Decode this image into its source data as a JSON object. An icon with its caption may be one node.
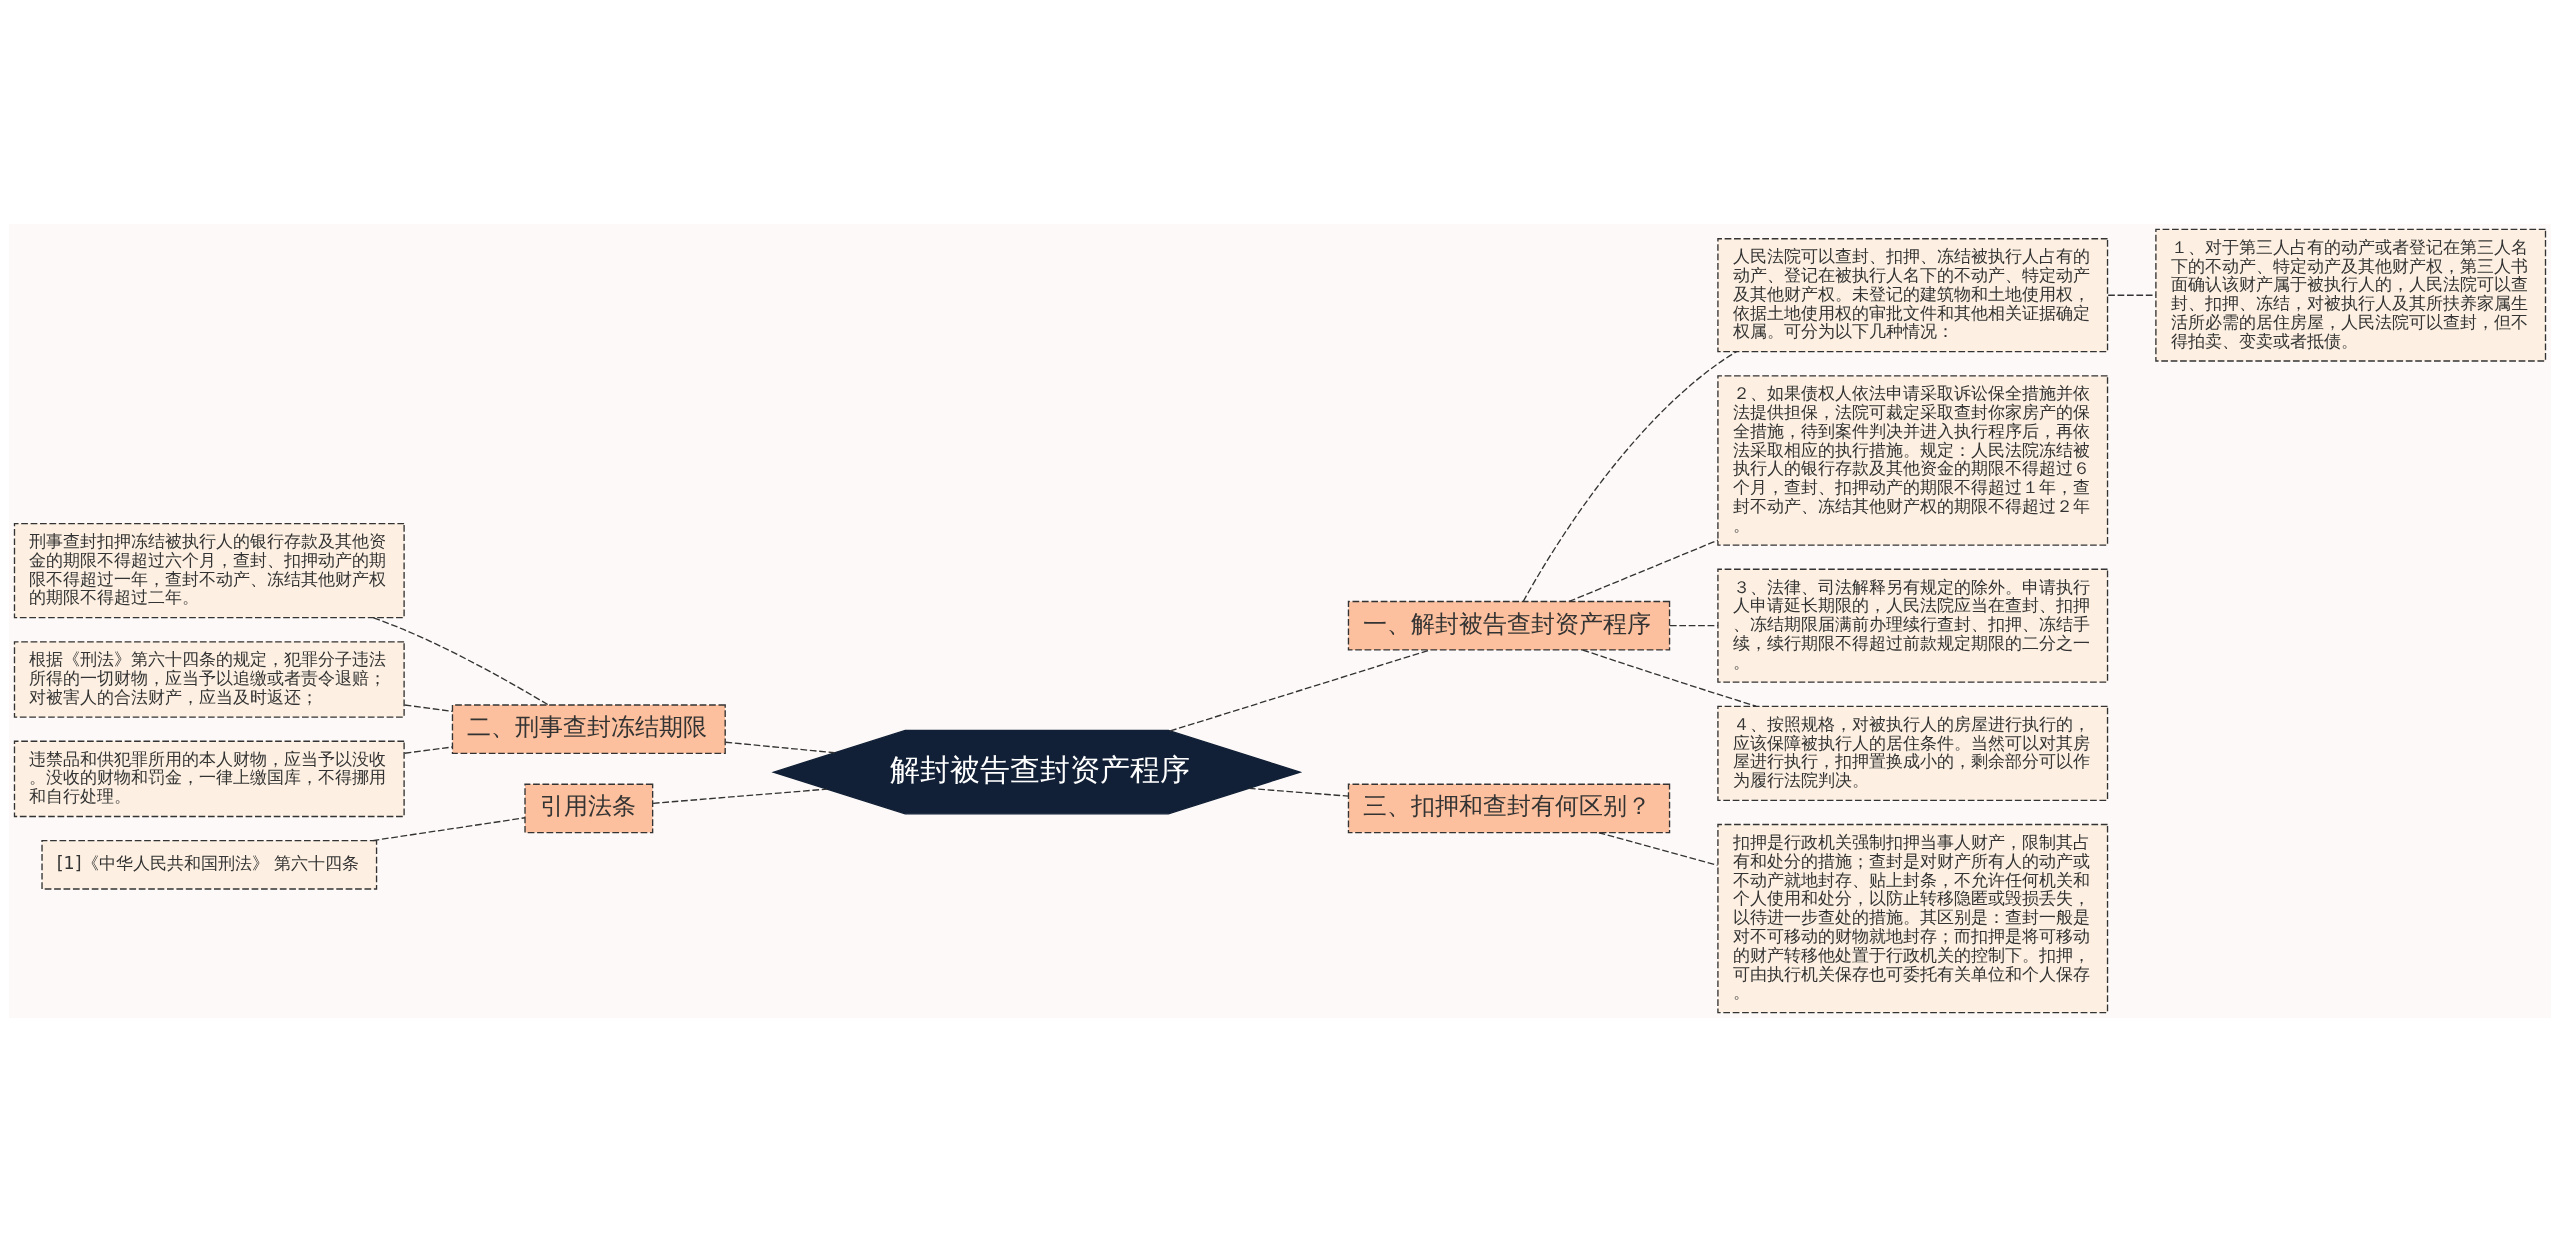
{
  "diagram": {
    "nodes": [
      {
        "text": [
          "解封被告查封资产程序"
        ]
      },
      {
        "text": [
          "一、解封被告查封资产程序"
        ]
      },
      {
        "text": [
          "人民法院可以查封、扣押、冻结被执行人占有的动产、登记在被执行人名下的不动产、特定动产及其他财产权。未登记的建筑物和土地使用权，依据土地使用权的审批文件和其他相关证据确定权属。可分为以下几种情况："
        ]
      },
      {
        "text": [
          "１、对于第三人占有的动产或者登记在第三人名下的不动产、特定动产及其他财产权，第三人书面确认该财产属于被执行人的，人民法院可以查封、扣押、冻结，对被执行人及其所扶养家属生活所必需的居住房屋，人民法院可以查封，但不得拍卖、变卖或者抵债。"
        ]
      },
      {
        "text": [
          "２、如果债权人依法申请采取诉讼保全措施并依法提供担保，法院可裁定采取查封你家房产的保全措施，待到案件判决并进入执行程序后，再依法采取相应的执行措施。规定：人民法院冻结被执行人的银行存款及其他资金的期限不得超过６个月，查封、扣押动产的期限不得超过１年，查封不动产、冻结其他财产权的期限不得超过２年。"
        ]
      },
      {
        "text": [
          "３、法律、司法解释另有规定的除外。申请执行人申请延长期限的，人民法院应当在查封、扣押、冻结期限届满前办理续行查封、扣押、冻结手续，续行期限不得超过前款规定期限的二分之一。"
        ]
      },
      {
        "text": [
          "４、按照规格，对被执行人的房屋进行执行的，应该保障被执行人的居住条件。当然可以对其房屋进行执行，扣押置换成小的，剩余部分可以作为履行法院判决。"
        ]
      },
      {
        "text": [
          "三、扣押和查封有何区别？"
        ]
      },
      {
        "text": [
          "扣押是行政机关强制扣押当事人财产，限制其占有和处分的措施；查封是对财产所有人的动产或不动产就地封存、贴上封条，不允许任何机关和个人使用和处分，以防止转移隐匿或毁损丢失，以待进一步查处的措施。其区别是：查封一般是对不可移动的财物就地封存；而扣押是将可移动的财产转移他处置于行政机关的控制下。扣押，可由执行机关保存也可委托有关单位和个人保存。"
        ]
      },
      {
        "text": [
          "二、刑事查封冻结期限"
        ]
      },
      {
        "text": [
          "刑事查封扣押冻结被执行人的银行存款及其他资金的期限不得超过六个月，查封、扣押动产的期限不得超过一年，查封不动产、冻结其他财产权的期限不得超过二年。"
        ]
      },
      {
        "text": [
          "根据《刑法》第六十四条的规定，犯罪分子违法所得的一切财物，应当予以追缴或者责令退赔；对被害人的合法财产，应当及时返还；"
        ]
      },
      {
        "text": [
          "违禁品和供犯罪所用的本人财物，应当予以没收。没收的财物和罚金，一律上缴国库，不得挪用和自行处理。"
        ]
      },
      {
        "text": [
          "引用法条"
        ]
      },
      {
        "text": [
          "[1]《中华人民共和国刑法》 第六十四条"
        ]
      }
    ],
    "edges": [
      {
        "from": 0,
        "to": 1,
        "arrow": "none",
        "style": "dashed"
      },
      {
        "from": 1,
        "to": 2,
        "arrow": "none",
        "style": "dashed"
      },
      {
        "from": 2,
        "to": 3,
        "arrow": "none",
        "style": "dashed"
      },
      {
        "from": 1,
        "to": 4,
        "arrow": "none",
        "style": "dashed"
      },
      {
        "from": 1,
        "to": 5,
        "arrow": "none",
        "style": "dashed"
      },
      {
        "from": 1,
        "to": 6,
        "arrow": "none",
        "style": "dashed"
      },
      {
        "from": 0,
        "to": 7,
        "arrow": "none",
        "style": "dashed"
      },
      {
        "from": 7,
        "to": 8,
        "arrow": "none",
        "style": "dashed"
      },
      {
        "from": 9,
        "to": 0,
        "arrow": "none",
        "style": "dashed"
      },
      {
        "from": 10,
        "to": 9,
        "arrow": "none",
        "style": "dashed"
      },
      {
        "from": 11,
        "to": 9,
        "arrow": "none",
        "style": "dashed"
      },
      {
        "from": 12,
        "to": 9,
        "arrow": "none",
        "style": "dashed"
      },
      {
        "from": 13,
        "to": 0,
        "arrow": "none",
        "style": "dashed"
      },
      {
        "from": 14,
        "to": 13,
        "arrow": "none",
        "style": "dashed"
      }
    ]
  }
}
